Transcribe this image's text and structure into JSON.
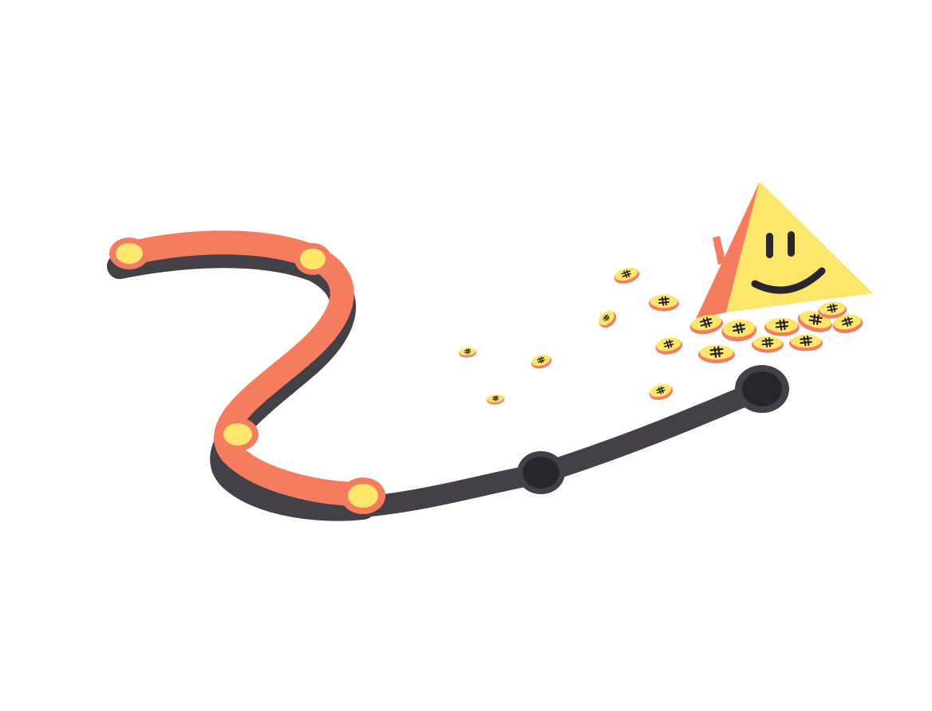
{
  "illustration": {
    "description_tag": "progress-path-with-coins",
    "colors": {
      "background": "#ffffff",
      "path_done": "#f67c5f",
      "path_done_shadow": "#434147",
      "path_todo": "#434147",
      "milestone_done": "#fce76a",
      "milestone_todo": "#27262c",
      "coin_face": "#fce76a",
      "coin_rim": "#f67c5f",
      "coin_glyph": "#27262c",
      "mascot_front": "#fce76a",
      "mascot_side": "#f67c5f",
      "mascot_face": "#27262c"
    },
    "milestones": [
      {
        "id": 1,
        "state": "done"
      },
      {
        "id": 2,
        "state": "done"
      },
      {
        "id": 3,
        "state": "done"
      },
      {
        "id": 4,
        "state": "done"
      },
      {
        "id": 5,
        "state": "todo"
      },
      {
        "id": 6,
        "state": "todo"
      }
    ],
    "coin_glyph_icon": "hashtag-icon",
    "mascot_icon": "smiling-pyramid-icon"
  }
}
